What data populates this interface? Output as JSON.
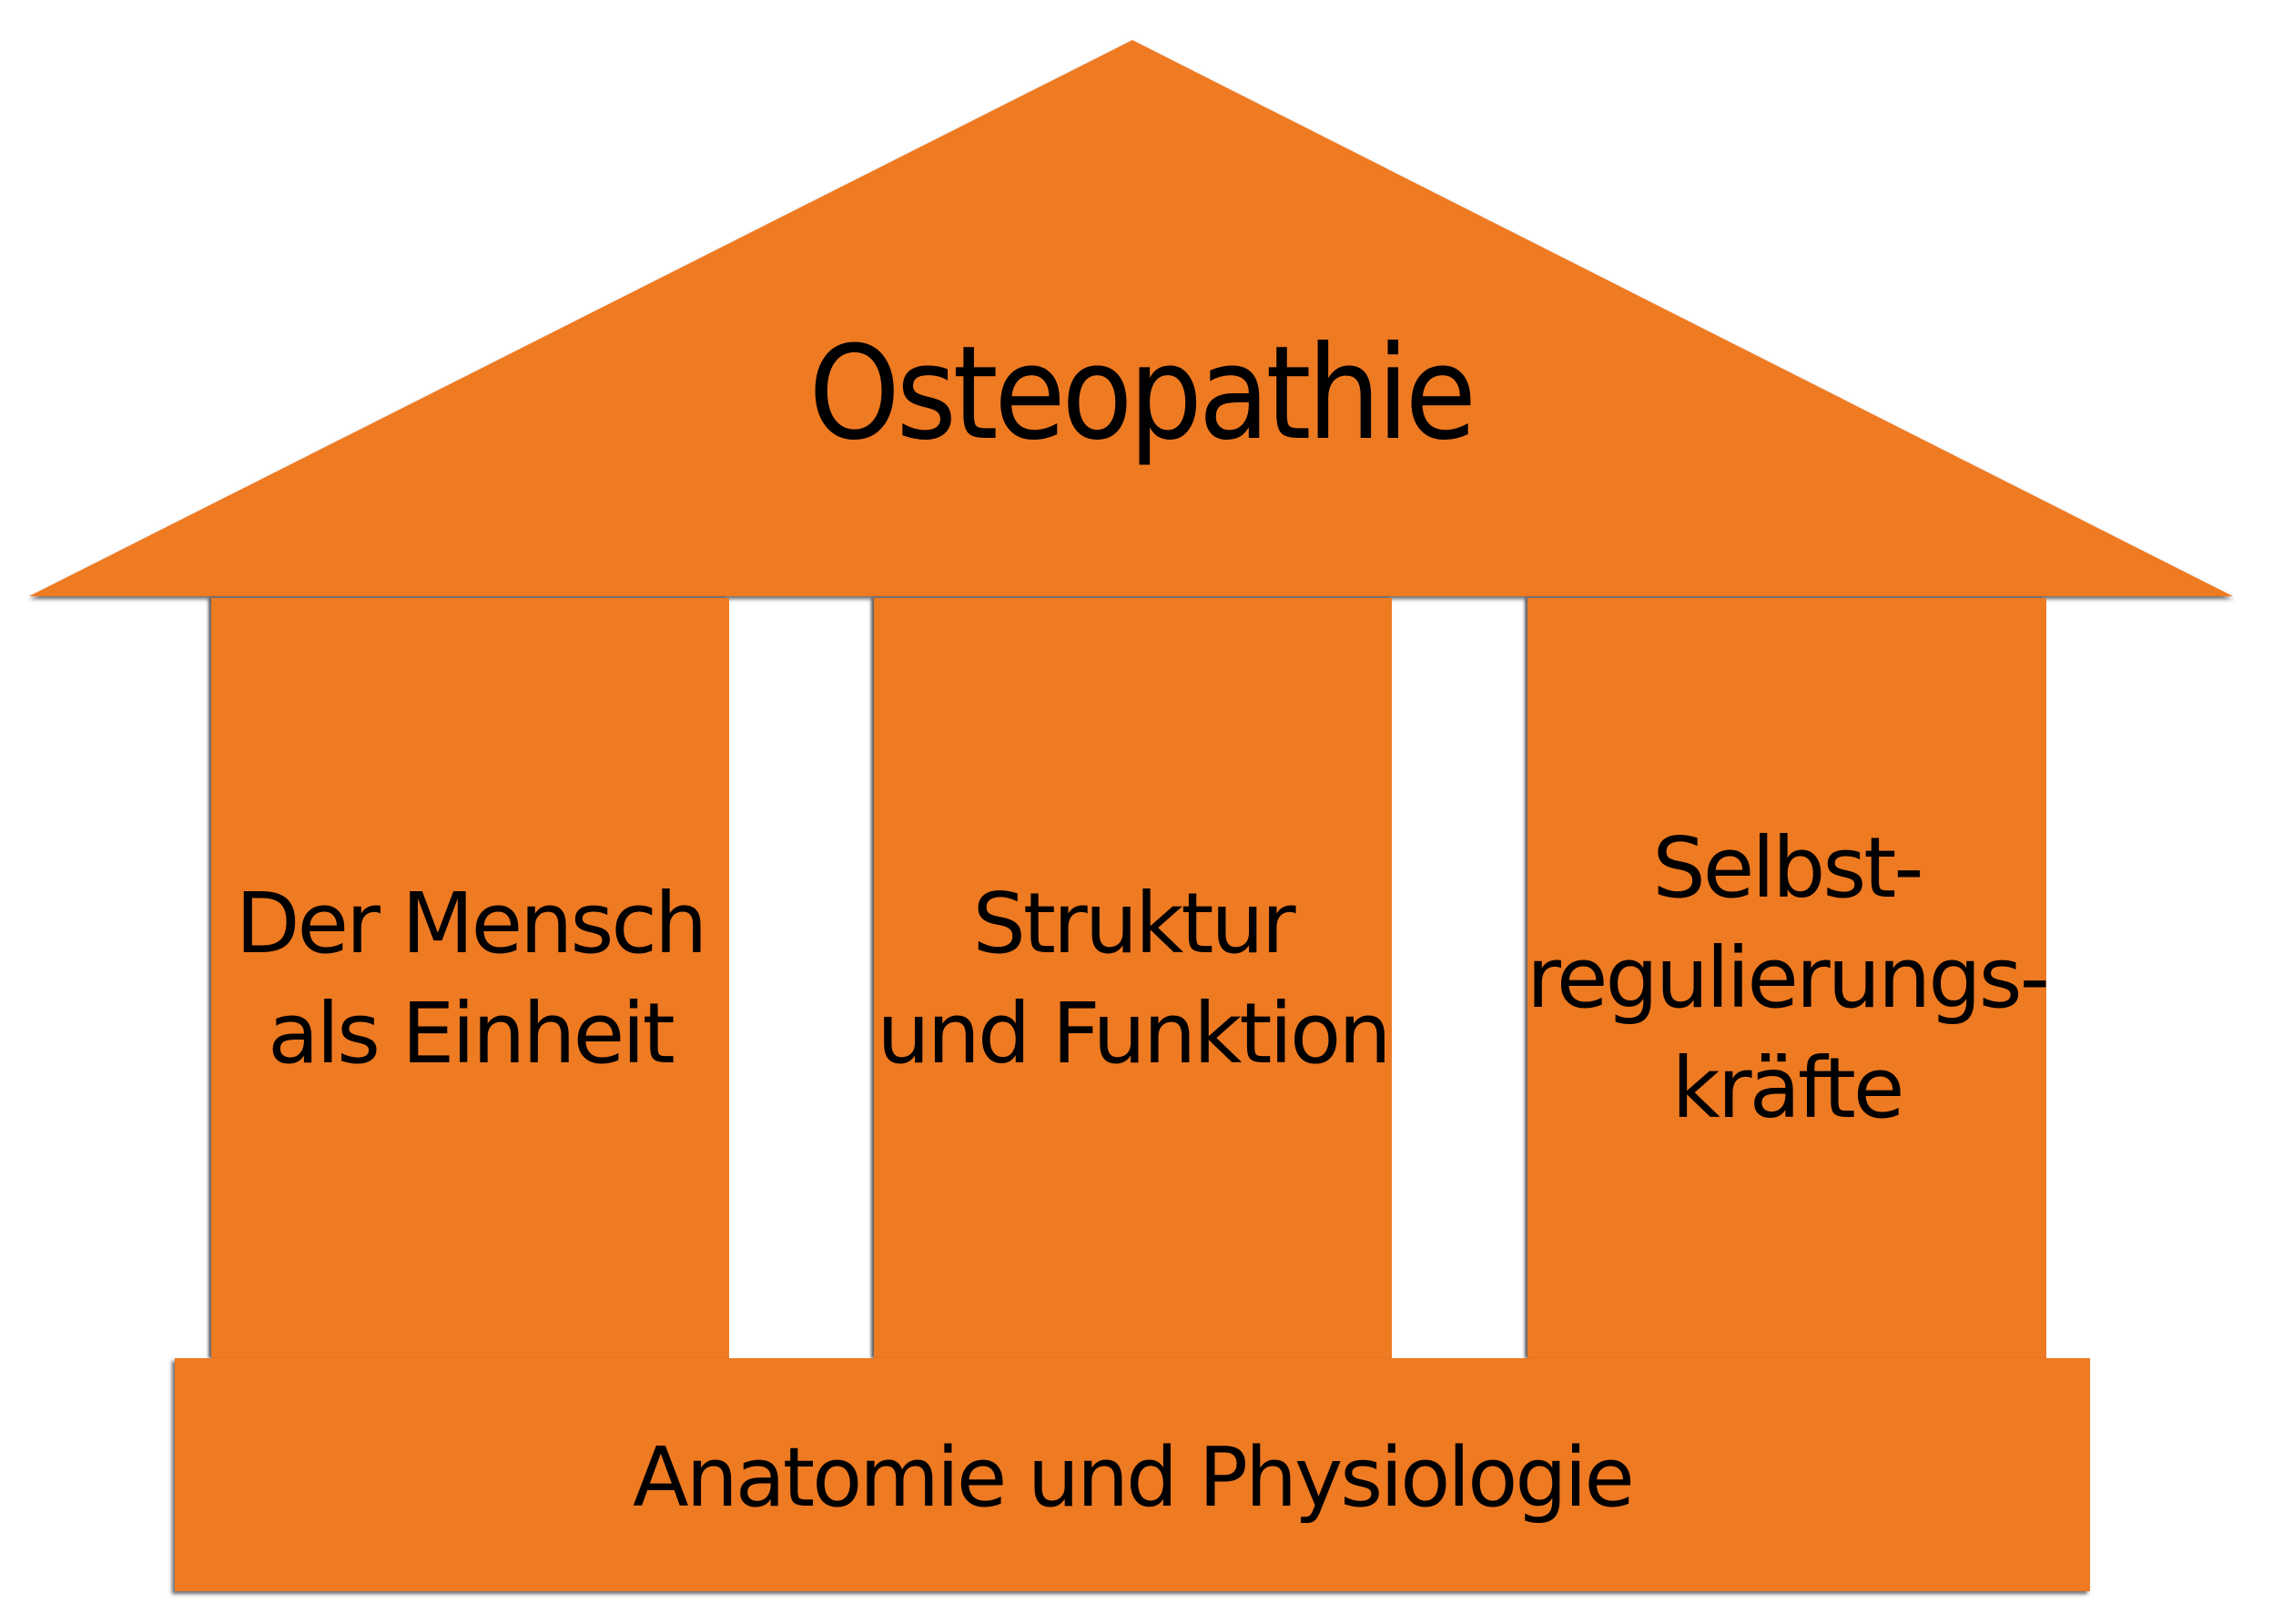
{
  "diagram": {
    "title": "Osteopathie",
    "fill_color": "#EE7A22",
    "text_color": "#000000",
    "pillars": [
      {
        "lines": [
          "Der Mensch",
          "als Einheit"
        ]
      },
      {
        "lines": [
          "Struktur",
          "und Funktion"
        ]
      },
      {
        "lines": [
          "Selbst-",
          "regulierungs-",
          "kräfte"
        ]
      }
    ],
    "foundation": "Anatomie und Physiologie"
  }
}
